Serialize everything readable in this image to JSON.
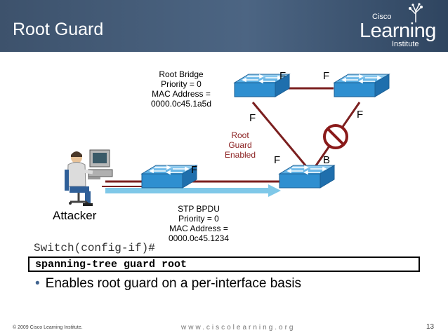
{
  "header": {
    "title": "Root Guard",
    "logo_small": "Cisco",
    "logo_big": "Learning",
    "logo_sub": "Institute"
  },
  "diagram": {
    "root_bridge": [
      "Root Bridge",
      "Priority = 0",
      "MAC Address =",
      "0000.0c45.1a5d"
    ],
    "ports": {
      "top_left": "F",
      "top_right": "F",
      "right_switch": "F",
      "root_lower": "F",
      "bottom_left": "F",
      "bottom_right": "B",
      "attacker_switch": "F"
    },
    "guard_label": [
      "Root",
      "Guard",
      "Enabled"
    ],
    "bpdu": [
      "STP BPDU",
      "Priority = 0",
      "MAC Address = 0000.0c45.1234"
    ],
    "attacker": "Attacker",
    "colors": {
      "link": "#7b1f1f",
      "arrow": "#7fc8e8",
      "switch": "#2f8fd0",
      "block": "#8a1a1a"
    }
  },
  "command": {
    "prompt": "Switch(config-if)#",
    "text": "spanning-tree guard root"
  },
  "bullet": "Enables root guard on a per-interface basis",
  "footer": {
    "copyright": "© 2009 Cisco Learning Institute.",
    "url": "www.ciscolearning.org",
    "page": "13"
  }
}
